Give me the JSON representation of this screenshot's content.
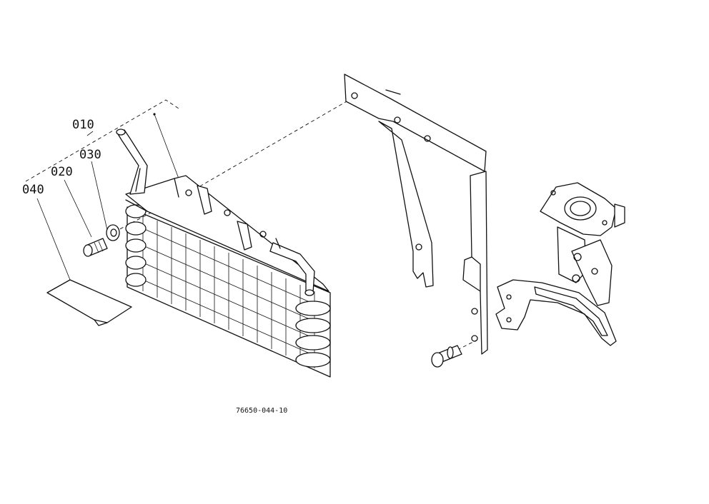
{
  "parts": [
    {
      "key": "cooler",
      "label": "010"
    },
    {
      "key": "bolt",
      "label": "020"
    },
    {
      "key": "washer",
      "label": "030"
    },
    {
      "key": "label_plate",
      "label": "040"
    }
  ],
  "drawing_code": "76650-044-10"
}
